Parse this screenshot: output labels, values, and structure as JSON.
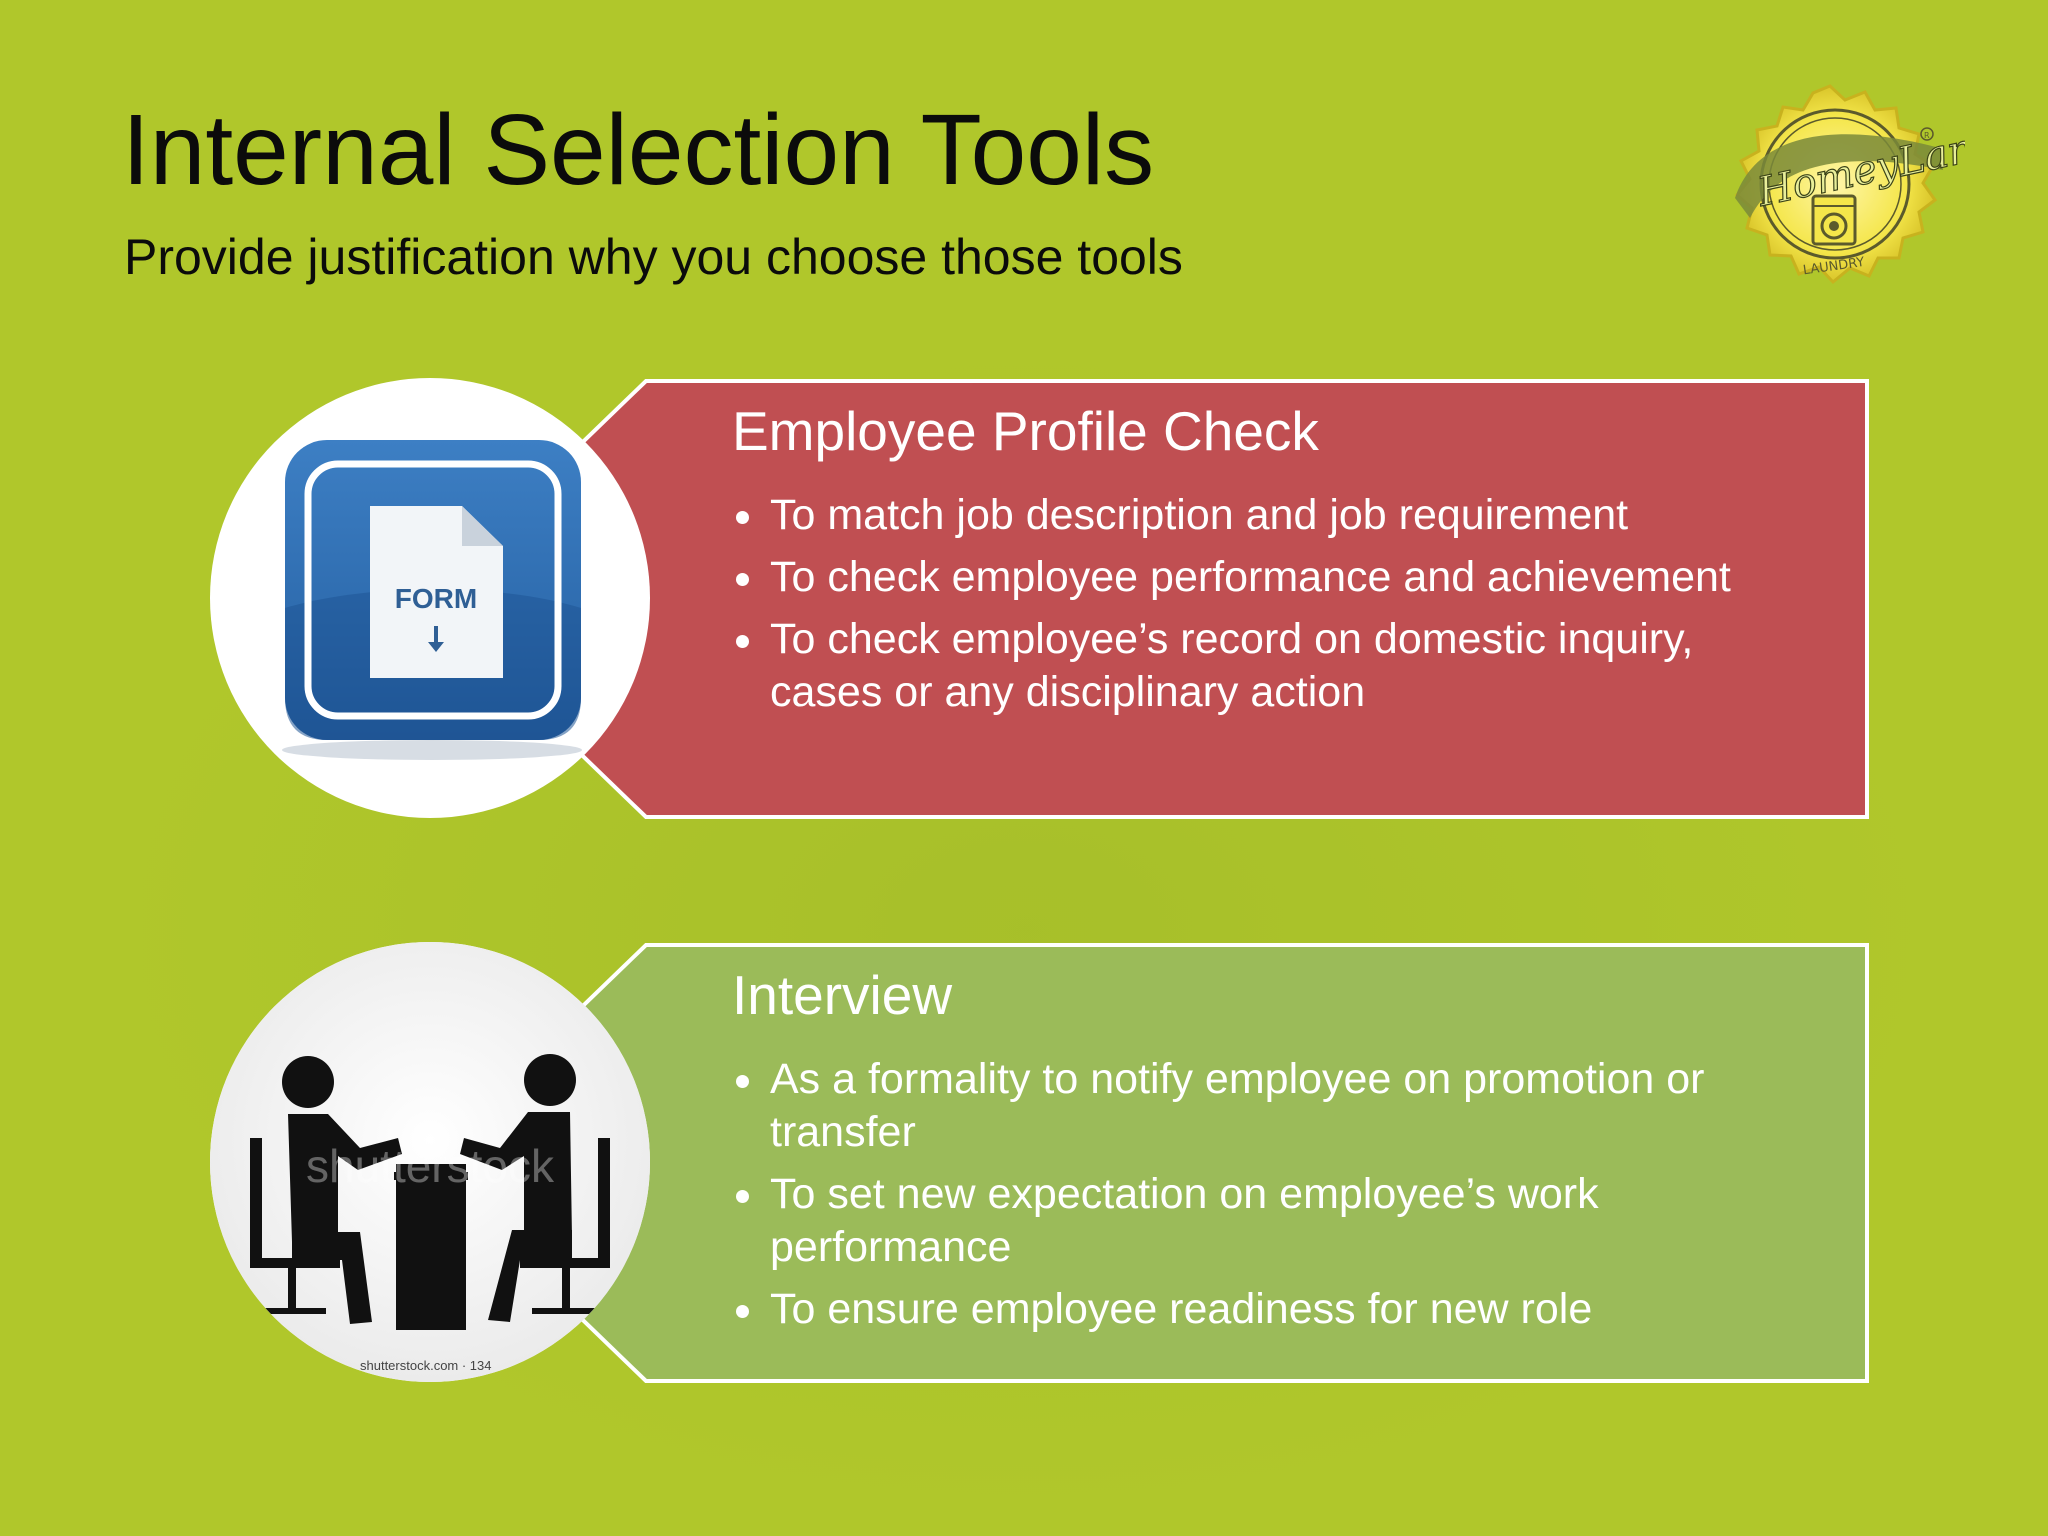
{
  "slide": {
    "title": "Internal Selection Tools",
    "subtitle": "Provide justification why you choose those tools"
  },
  "logo": {
    "icon": "washing-machine-icon",
    "brand_text": "HomeyLand",
    "tagline": "LAUNDRY"
  },
  "tools": [
    {
      "heading": "Employee Profile Check",
      "color": "#c04f52",
      "icon": "form-download-icon",
      "icon_label": "FORM",
      "bullets": [
        "To match job description and job requirement",
        "To check employee performance and achievement",
        "To check employee’s record on domestic inquiry, cases or any disciplinary action"
      ]
    },
    {
      "heading": "Interview",
      "color": "#9bbb59",
      "icon": "interview-icon",
      "icon_label": "",
      "watermark": "shutterstock",
      "watermark_url": "shutterstock.com · 134",
      "bullets": [
        "As a formality to notify employee on promotion or transfer",
        "To set new expectation on employee’s work performance",
        "To ensure employee readiness  for new role"
      ]
    }
  ],
  "colors": {
    "background": "#b0c72b",
    "title_text": "#0b0b0b",
    "panel_text": "#ffffff",
    "panel_border": "#ffffff"
  }
}
